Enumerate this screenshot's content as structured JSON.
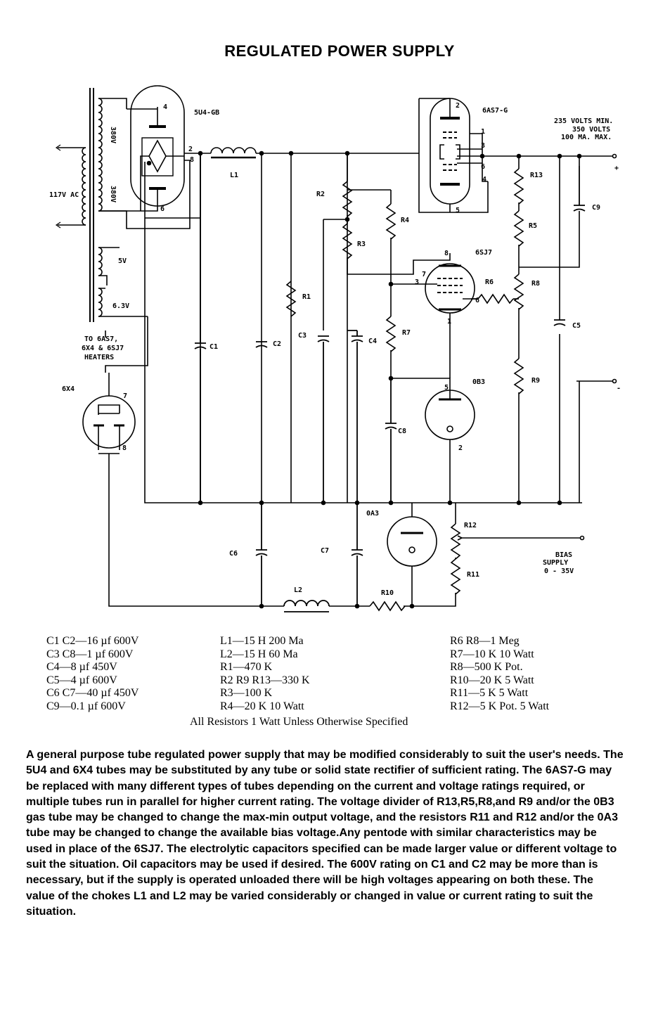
{
  "title": "REGULATED POWER SUPPLY",
  "tubes": {
    "rect": "5U4-GB",
    "pass": "6AS7-G",
    "amp": "6SJ7",
    "ref": "0B3",
    "bias_ref": "0A3",
    "bias_rect": "6X4"
  },
  "labels": {
    "ac_in": "117V AC",
    "hv1": "380V",
    "hv2": "380V",
    "fil5": "5V",
    "fil63": "6.3V",
    "heaters1": "TO 6AS7,",
    "heaters2": "6X4 & 6SJ7",
    "heaters3": "HEATERS",
    "out1": "235 VOLTS MIN.",
    "out2": "350 VOLTS",
    "out3": "100 MA. MAX.",
    "plus": "+",
    "minus": "-",
    "bias1": "BIAS",
    "bias2": "SUPPLY",
    "bias3": "0 - 35V",
    "L1": "L1",
    "L2": "L2",
    "R1": "R1",
    "R2": "R2",
    "R3": "R3",
    "R4": "R4",
    "R5": "R5",
    "R6": "R6",
    "R7": "R7",
    "R8": "R8",
    "R9": "R9",
    "R10": "R10",
    "R11": "R11",
    "R12": "R12",
    "R13": "R13",
    "C1": "C1",
    "C2": "C2",
    "C3": "C3",
    "C4": "C4",
    "C5": "C5",
    "C6": "C6",
    "C7": "C7",
    "C8": "C8",
    "C9": "C9",
    "pins": [
      "4",
      "2",
      "8",
      "6",
      "2",
      "1",
      "3",
      "6",
      "5",
      "4",
      "8",
      "7",
      "3",
      "6",
      "1",
      "5",
      "2",
      "7",
      "8"
    ]
  },
  "parts_list": {
    "col1": [
      "C1 C2—16 µf 600V",
      "C3 C8—1 µf 600V",
      "C4—8 µf 450V",
      "C5—4 µf 600V",
      "C6 C7—40 µf 450V",
      "C9—0.1 µf 600V"
    ],
    "col2": [
      "L1—15 H 200 Ma",
      "L2—15 H 60 Ma",
      "R1—470 K",
      "R2 R9 R13—330 K",
      "R3—100 K",
      "R4—20 K 10 Watt"
    ],
    "col3": [
      "R6 R8—1 Meg",
      "R7—10 K 10 Watt",
      "R8—500 K Pot.",
      "R10—20 K 5 Watt",
      "R11—5 K 5 Watt",
      "R12—5 K Pot. 5 Watt"
    ],
    "note": "All Resistors 1 Watt Unless Otherwise Specified"
  },
  "description": "A general purpose tube regulated power supply that may be modified considerably to suit the user's needs. The 5U4 and 6X4 tubes may be substituted by any tube or solid state rectifier of sufficient rating. The 6AS7-G may be replaced with many different types of tubes depending on the current and voltage ratings required, or multiple tubes run in parallel for higher current rating. The voltage divider of R13,R5,R8,and R9 and/or the 0B3 gas tube may be changed to change the max-min output voltage, and the resistors R11 and R12 and/or the 0A3 tube may be changed to change the available bias voltage.Any pentode with similar characteristics may be used in place of the 6SJ7. The electrolytic capacitors specified can be made larger value or different voltage to suit the situation. Oil capacitors may be used if desired. The 600V rating on C1 and C2 may be more than is necessary, but if the supply is operated unloaded there will be high voltages appearing on both these. The value of the chokes L1 and L2 may be varied considerably or changed in value or current rating to suit the situation."
}
